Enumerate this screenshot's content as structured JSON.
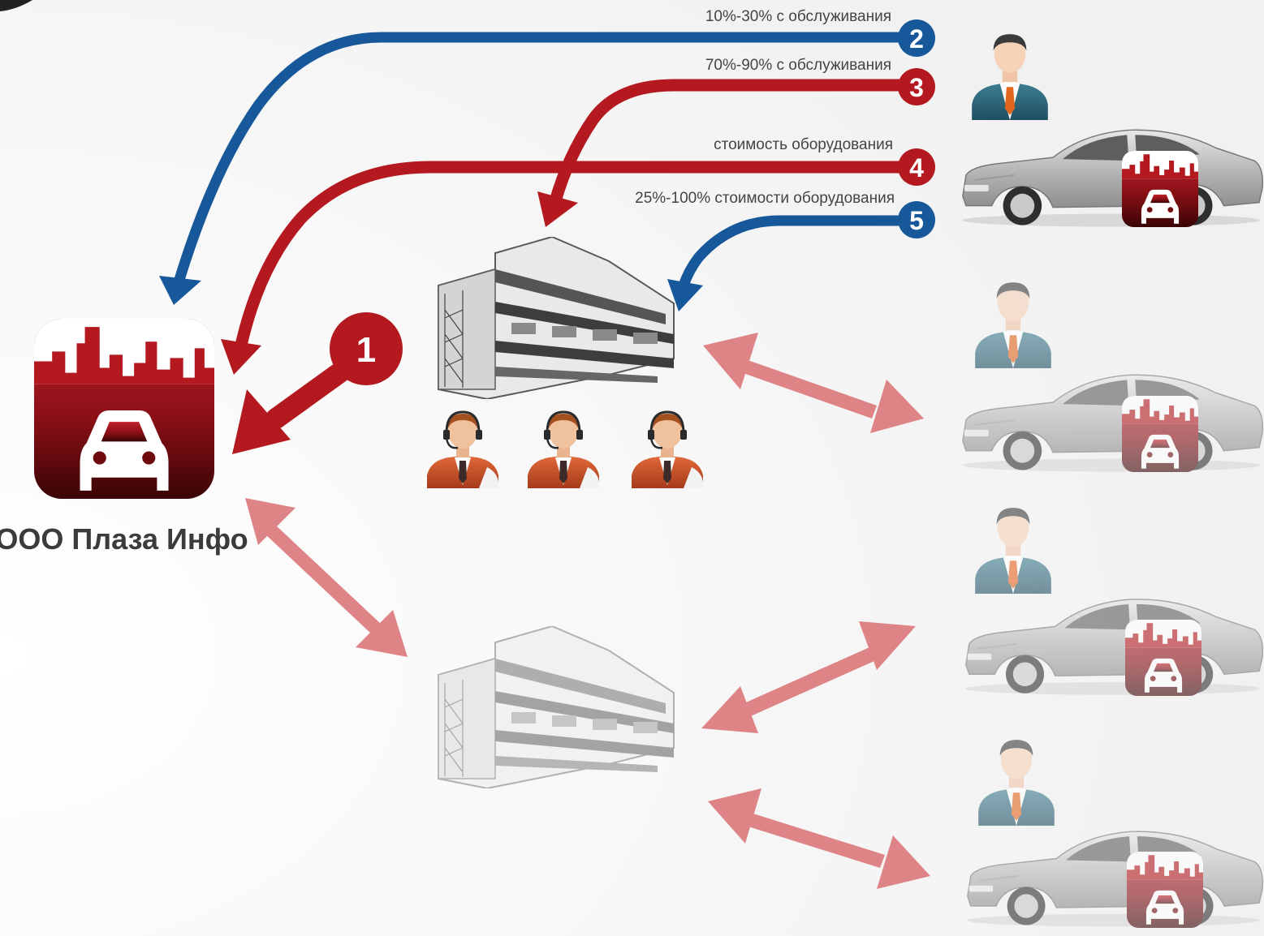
{
  "company_name": "ООО Плаза Инфо",
  "colors": {
    "blue": "#17589b",
    "red": "#b3191f",
    "light_red": "#df8486",
    "background": "#f3f3f3"
  },
  "flows": [
    {
      "step": "1",
      "text": ""
    },
    {
      "step": "2",
      "text": "10%-30% с обслуживания"
    },
    {
      "step": "3",
      "text": "70%-90% с обслуживания"
    },
    {
      "step": "4",
      "text": "стоимость оборудования"
    },
    {
      "step": "5",
      "text": "25%-100% стоимости оборудования"
    }
  ],
  "icons": {
    "app": "car-city-app-icon",
    "building": "office-building-icon",
    "operator": "call-center-operator-icon",
    "client": "businessman-icon",
    "car": "sedan-car-icon"
  }
}
